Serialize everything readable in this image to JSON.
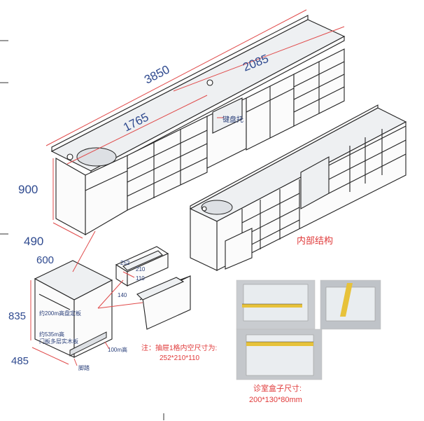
{
  "dims": {
    "total_length": "3850",
    "right_length": "2085",
    "left_length": "1765",
    "height": "900",
    "depth": "490",
    "unit_width": "600",
    "unit_height": "835",
    "unit_depth": "485"
  },
  "labels": {
    "keyboard_tray": "键盘托",
    "internal_structure": "内部结构",
    "layer_board": "约200m高盘定板",
    "door_board_l1": "约535m高",
    "door_board_l2": "门板多层实木板",
    "toe_kick": "100m高",
    "foot": "脚踏",
    "drawer_w": "252",
    "drawer_d": "210",
    "drawer_h": "110",
    "drawer_gap": "140",
    "note_l1": "注：抽屉1格内空尺寸为:",
    "note_l2": "252*210*110",
    "box_l1": "诊室盒子尺寸:",
    "box_l2": "200*130*80mm"
  },
  "colors": {
    "dimension_blue": "#2f4a8f",
    "accent_red": "#e03a3a",
    "outline": "#222222"
  }
}
